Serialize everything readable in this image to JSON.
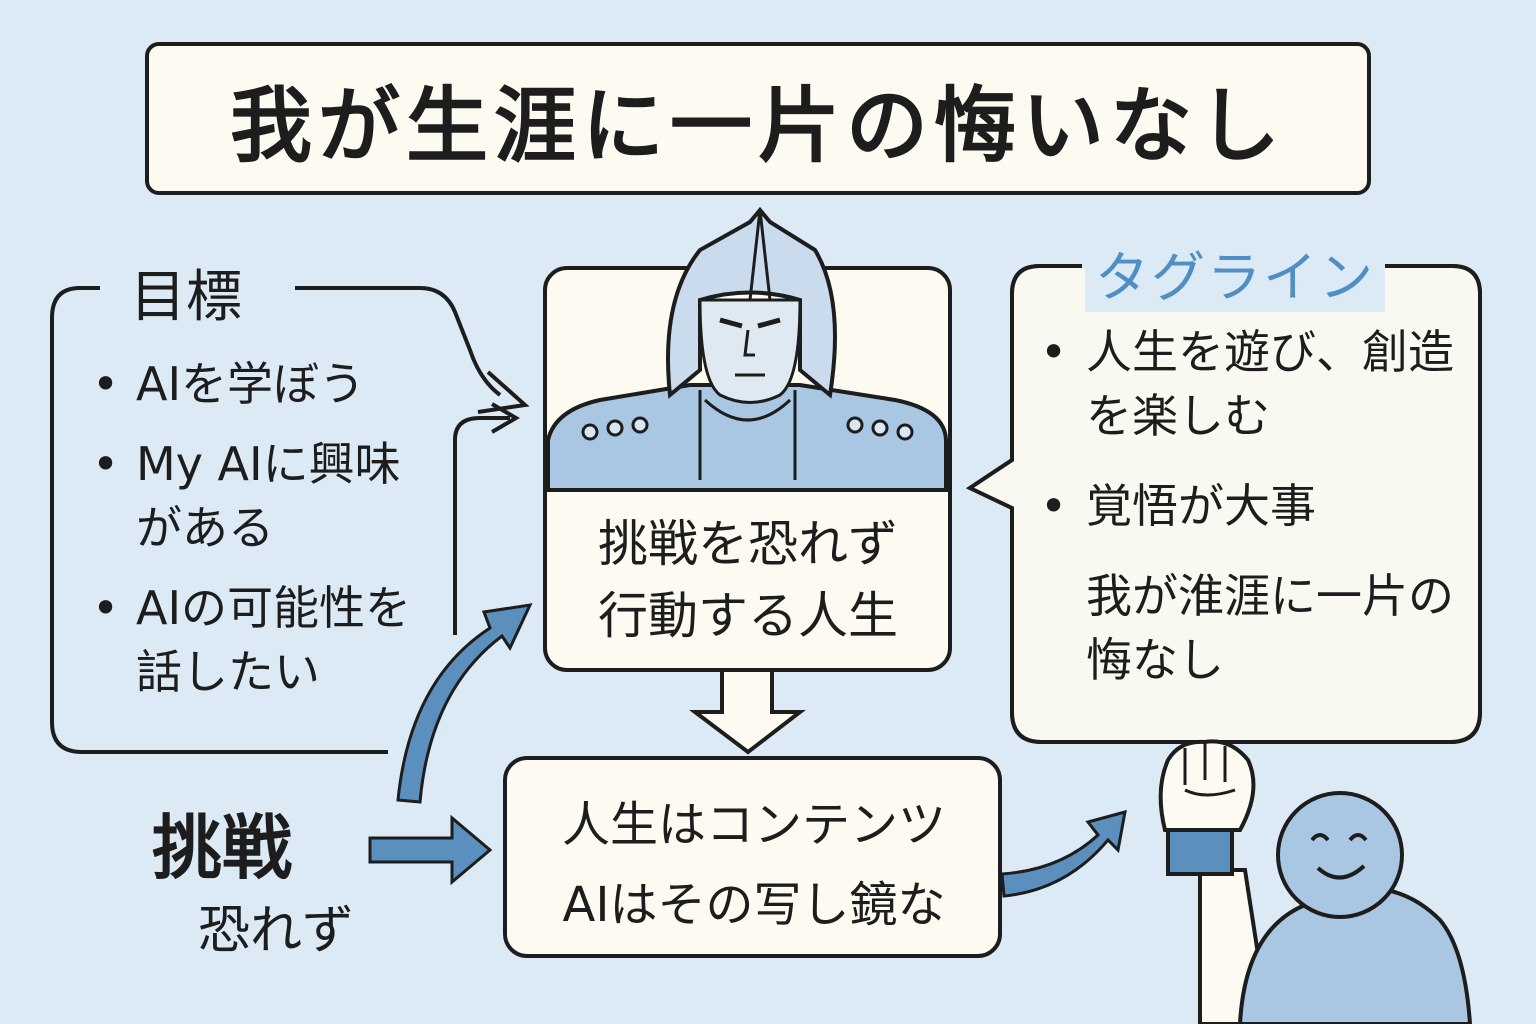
{
  "title": "我が生涯に一片の悔いなし",
  "goals": {
    "label": "目標",
    "items": [
      {
        "bullet": "•",
        "text": "AIを学ぼう"
      },
      {
        "bullet": "•",
        "text": "My AIに興味がある"
      },
      {
        "bullet": "•",
        "text": "AIの可能性を話したい"
      }
    ]
  },
  "center": {
    "text_line1": "挑戦を恐れず",
    "text_line2": "行動する人生"
  },
  "content_box": {
    "line1": "人生はコンテンツ",
    "line2": "AIはその写し鏡な"
  },
  "tagline": {
    "label": "タグライン",
    "items": [
      {
        "bullet": "•",
        "text": "人生を遊び、創造を楽しむ"
      },
      {
        "bullet": "•",
        "text": "覚悟が大事"
      }
    ],
    "motto": "我が淮涯に一片の悔なし"
  },
  "challenge": {
    "big": "挑戦",
    "small": "恐れず"
  },
  "colors": {
    "background": "#dceaf6",
    "box_fill": "#fdfbf1",
    "arrow_blue": "#5b8fbd",
    "tagline_blue": "#4f8fc4",
    "figure_blue": "#a9c6e2"
  },
  "icons": {
    "warrior": "armored-warrior-illustration",
    "mascot": "raised-fist-mascot"
  }
}
